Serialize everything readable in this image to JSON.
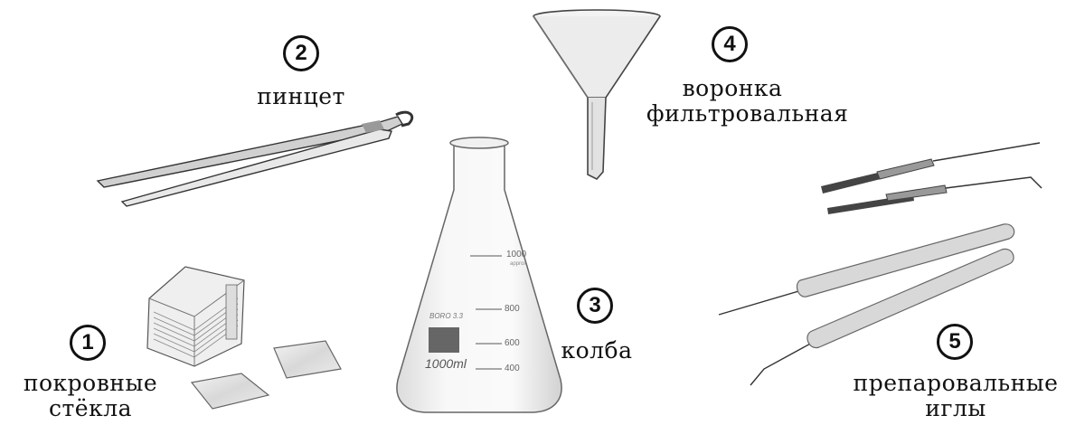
{
  "items": [
    {
      "number": "1",
      "label_line1": "покровные",
      "label_line2": "стёкла"
    },
    {
      "number": "2",
      "label_line1": "пинцет"
    },
    {
      "number": "3",
      "label_line1": "колба"
    },
    {
      "number": "4",
      "label_line1": "воронка",
      "label_line2": "фильтровальная"
    },
    {
      "number": "5",
      "label_line1": "препаровальные",
      "label_line2": "иглы"
    }
  ],
  "flask": {
    "graduations": [
      "1000",
      "800",
      "600",
      "400"
    ],
    "brand_text": "BORO 3.3",
    "volume_text": "1000ml",
    "small_text": "approx"
  }
}
